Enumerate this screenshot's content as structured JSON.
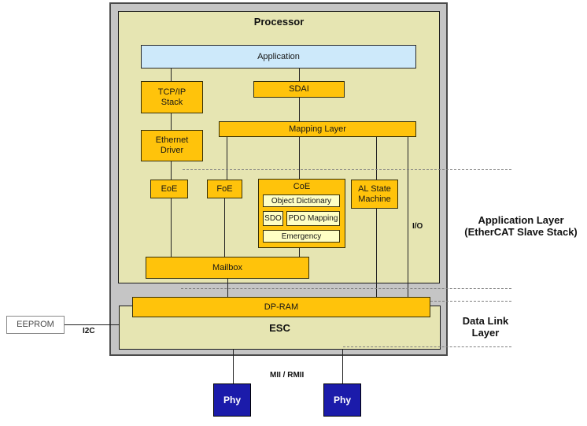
{
  "processor": {
    "title": "Processor"
  },
  "blocks": {
    "application": {
      "label": "Application"
    },
    "tcpip_stack": {
      "label": "TCP/IP\nStack"
    },
    "sdai": {
      "label": "SDAI"
    },
    "mapping_layer": {
      "label": "Mapping Layer"
    },
    "ethernet_driver": {
      "label": "Ethernet\nDriver"
    },
    "eoe": {
      "label": "EoE"
    },
    "foe": {
      "label": "FoE"
    },
    "coe": {
      "title": "CoE",
      "object_dictionary": "Object Dictionary",
      "sdo": "SDO",
      "pdo_mapping": "PDO Mapping",
      "emergency": "Emergency"
    },
    "al_state_machine": {
      "label": "AL State\nMachine"
    },
    "mailbox": {
      "label": "Mailbox"
    },
    "dp_ram": {
      "label": "DP-RAM"
    },
    "esc": {
      "label": "ESC"
    },
    "eeprom": {
      "label": "EEPROM"
    },
    "phy_left": {
      "label": "Phy"
    },
    "phy_right": {
      "label": "Phy"
    }
  },
  "annotations": {
    "io": "I/O",
    "i2c": "I2C",
    "mii_rmii": "MII / RMII",
    "application_layer": "Application Layer\n(EtherCAT Slave Stack)",
    "data_link_layer": "Data Link\nLayer"
  },
  "colors": {
    "frame_fill": "#c5c5c5",
    "board_fill": "#e6e5b2",
    "module_fill": "#ffc30b",
    "application_fill": "#cde9fa",
    "coe_subbox_fill": "#ffffc5",
    "phy_fill": "#1b1baa",
    "dashed_line": "#7f7f7f"
  }
}
